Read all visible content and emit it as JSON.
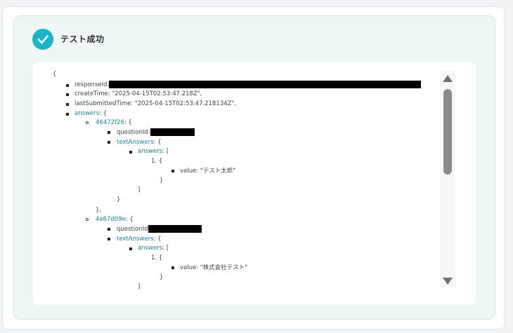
{
  "header": {
    "title": "テスト成功",
    "status_color": "#1bb6c6"
  },
  "json_view": {
    "open_brace": "{",
    "response_id_key": "responseId:",
    "create_time_line": "createTime: \"2025-04-15T02:53:47.218Z\",",
    "last_submitted_line": "lastSubmittedTime: \"2025-04-15T02:53:47.218134Z\",",
    "answers_key": "answers",
    "answers_open": ": {",
    "q1": {
      "id": "46472f26",
      "open": ": {",
      "question_id_key": "questionId:",
      "text_answers_key": "textAnswers",
      "text_answers_open": ": {",
      "answers_key": "answers",
      "answers_open": ": [",
      "item_open": "1. {",
      "value_line": "value: \"テスト太郎\"",
      "item_close": "}",
      "array_close": "]",
      "text_answers_close": "}",
      "close": "},"
    },
    "q2": {
      "id": "4e67d09e",
      "open": ": {",
      "question_id_key": "questionId",
      "text_answers_key": "textAnswers",
      "text_answers_open": ": {",
      "answers_key": "answers",
      "answers_open": ": [",
      "item_open": "1. {",
      "value_line": "value: \"株式会社テスト\"",
      "item_close": "}",
      "array_close": "]"
    }
  }
}
